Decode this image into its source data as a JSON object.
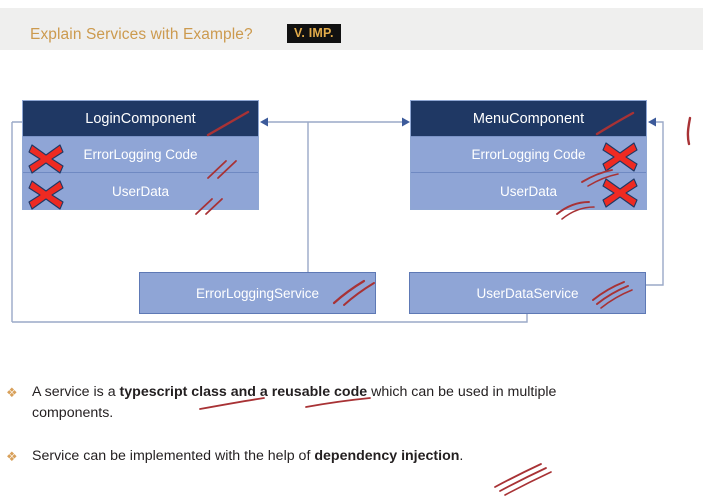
{
  "header": {
    "title": "Explain Services with Example?",
    "badge": "V. IMP."
  },
  "diagram": {
    "components": [
      {
        "name": "LoginComponent",
        "title": "LoginComponent",
        "rows": [
          "ErrorLogging Code",
          "UserData"
        ],
        "x_marks_side": "left"
      },
      {
        "name": "MenuComponent",
        "title": "MenuComponent",
        "rows": [
          "ErrorLogging Code",
          "UserData"
        ],
        "x_marks_side": "right"
      }
    ],
    "services": [
      {
        "name": "ErrorLoggingService",
        "label": "ErrorLoggingService"
      },
      {
        "name": "UserDataService",
        "label": "UserDataService"
      }
    ],
    "colors": {
      "component_header": "#1f3864",
      "component_row": "#8fa5d6",
      "service_box": "#8fa5d6",
      "x_mark": "#ee2a22",
      "connector": "#9aa9c7",
      "pen": "#a83235"
    }
  },
  "bullets": [
    {
      "glyph": "❖",
      "segments": [
        {
          "text": "A service  is a ",
          "bold": false
        },
        {
          "text": "typescript class and a reusable code",
          "bold": true
        },
        {
          "text": " which can be used in multiple components.",
          "bold": false
        }
      ]
    },
    {
      "glyph": "❖",
      "segments": [
        {
          "text": "Service can be implemented with the help of ",
          "bold": false
        },
        {
          "text": "dependency injection",
          "bold": true
        },
        {
          "text": ".",
          "bold": false
        }
      ]
    }
  ]
}
